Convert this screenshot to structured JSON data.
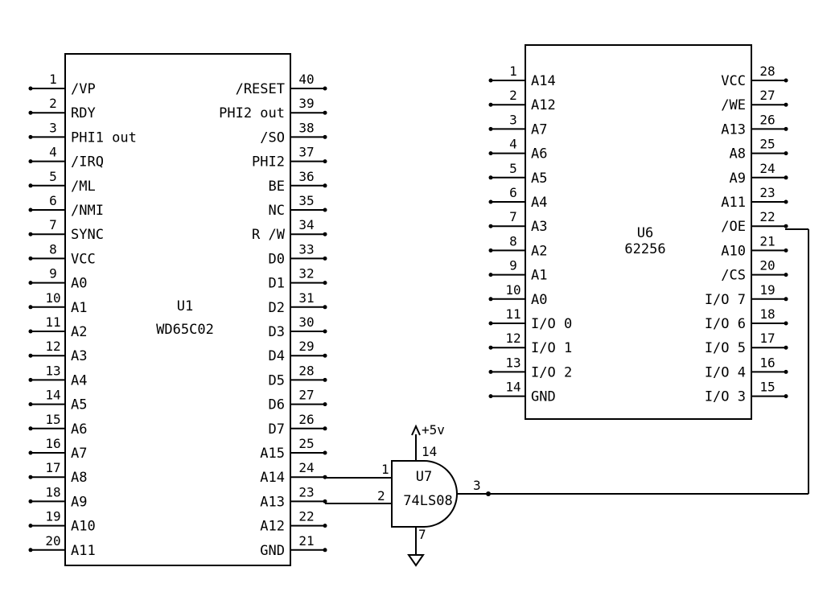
{
  "u1": {
    "ref": "U1",
    "part": "WD65C02",
    "left_pins": [
      {
        "num": "1",
        "name": "/VP"
      },
      {
        "num": "2",
        "name": "RDY"
      },
      {
        "num": "3",
        "name": "PHI1 out"
      },
      {
        "num": "4",
        "name": "/IRQ"
      },
      {
        "num": "5",
        "name": "/ML"
      },
      {
        "num": "6",
        "name": "/NMI"
      },
      {
        "num": "7",
        "name": "SYNC"
      },
      {
        "num": "8",
        "name": "VCC"
      },
      {
        "num": "9",
        "name": "A0"
      },
      {
        "num": "10",
        "name": "A1"
      },
      {
        "num": "11",
        "name": "A2"
      },
      {
        "num": "12",
        "name": "A3"
      },
      {
        "num": "13",
        "name": "A4"
      },
      {
        "num": "14",
        "name": "A5"
      },
      {
        "num": "15",
        "name": "A6"
      },
      {
        "num": "16",
        "name": "A7"
      },
      {
        "num": "17",
        "name": "A8"
      },
      {
        "num": "18",
        "name": "A9"
      },
      {
        "num": "19",
        "name": "A10"
      },
      {
        "num": "20",
        "name": "A11"
      }
    ],
    "right_pins": [
      {
        "num": "40",
        "name": "/RESET"
      },
      {
        "num": "39",
        "name": "PHI2 out"
      },
      {
        "num": "38",
        "name": "/SO"
      },
      {
        "num": "37",
        "name": "PHI2"
      },
      {
        "num": "36",
        "name": "BE"
      },
      {
        "num": "35",
        "name": "NC"
      },
      {
        "num": "34",
        "name": "R /W"
      },
      {
        "num": "33",
        "name": "D0"
      },
      {
        "num": "32",
        "name": "D1"
      },
      {
        "num": "31",
        "name": "D2"
      },
      {
        "num": "30",
        "name": "D3"
      },
      {
        "num": "29",
        "name": "D4"
      },
      {
        "num": "28",
        "name": "D5"
      },
      {
        "num": "27",
        "name": "D6"
      },
      {
        "num": "26",
        "name": "D7"
      },
      {
        "num": "25",
        "name": "A15"
      },
      {
        "num": "24",
        "name": "A14"
      },
      {
        "num": "23",
        "name": "A13"
      },
      {
        "num": "22",
        "name": "A12"
      },
      {
        "num": "21",
        "name": "GND"
      }
    ]
  },
  "u6": {
    "ref": "U6",
    "part": "62256",
    "left_pins": [
      {
        "num": "1",
        "name": "A14"
      },
      {
        "num": "2",
        "name": "A12"
      },
      {
        "num": "3",
        "name": "A7"
      },
      {
        "num": "4",
        "name": "A6"
      },
      {
        "num": "5",
        "name": "A5"
      },
      {
        "num": "6",
        "name": "A4"
      },
      {
        "num": "7",
        "name": "A3"
      },
      {
        "num": "8",
        "name": "A2"
      },
      {
        "num": "9",
        "name": "A1"
      },
      {
        "num": "10",
        "name": "A0"
      },
      {
        "num": "11",
        "name": "I/O 0"
      },
      {
        "num": "12",
        "name": "I/O 1"
      },
      {
        "num": "13",
        "name": "I/O 2"
      },
      {
        "num": "14",
        "name": "GND"
      }
    ],
    "right_pins": [
      {
        "num": "28",
        "name": "VCC"
      },
      {
        "num": "27",
        "name": "/WE"
      },
      {
        "num": "26",
        "name": "A13"
      },
      {
        "num": "25",
        "name": "A8"
      },
      {
        "num": "24",
        "name": "A9"
      },
      {
        "num": "23",
        "name": "A11"
      },
      {
        "num": "22",
        "name": "/OE"
      },
      {
        "num": "21",
        "name": "A10"
      },
      {
        "num": "20",
        "name": "/CS"
      },
      {
        "num": "19",
        "name": "I/O 7"
      },
      {
        "num": "18",
        "name": "I/O 6"
      },
      {
        "num": "17",
        "name": "I/O 5"
      },
      {
        "num": "16",
        "name": "I/O 4"
      },
      {
        "num": "15",
        "name": "I/O 3"
      }
    ]
  },
  "u7": {
    "ref": "U7",
    "part": "74LS08",
    "vcc_label": "+5v",
    "vcc_pin": "14",
    "gnd_pin": "7",
    "input1_pin": "1",
    "input2_pin": "2",
    "output_pin": "3"
  }
}
